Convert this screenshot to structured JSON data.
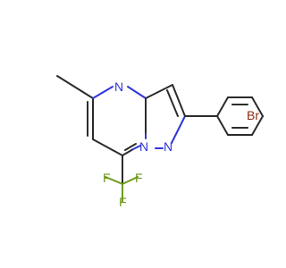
{
  "molecule": {
    "atoms": {
      "n_pyrimidine": "N",
      "n_bridge": "N",
      "n_pyrazole": "N",
      "br": "Br",
      "f1": "F",
      "f2": "F",
      "f3": "F"
    }
  }
}
